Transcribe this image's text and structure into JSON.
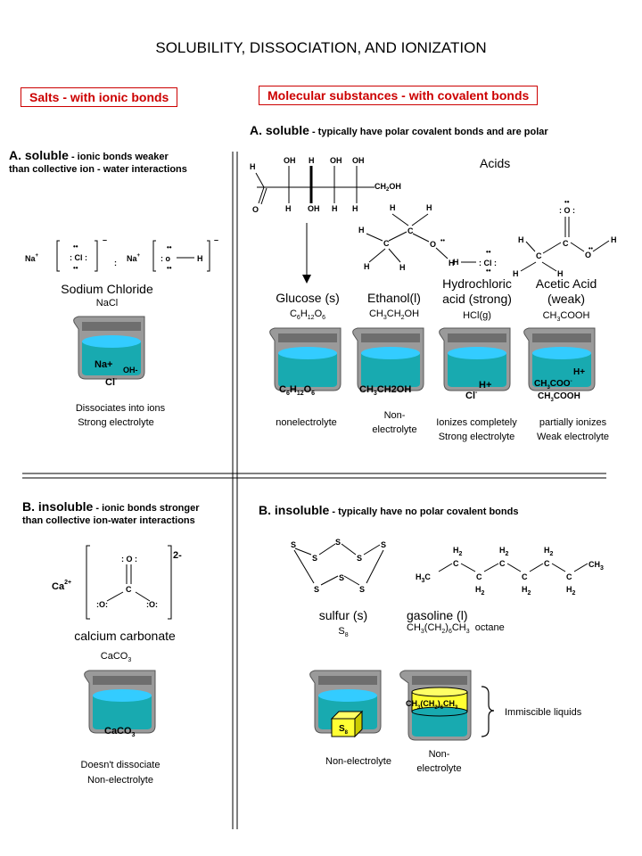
{
  "title": "SOLUBILITY, DISSOCIATION, AND IONIZATION",
  "left_header": "Salts - with ionic bonds",
  "right_header": "Molecular substances - with covalent bonds",
  "salts_soluble": {
    "label": "A. soluble",
    "desc_1": " - ionic bonds weaker",
    "desc_2": "than collective ion - water interactions",
    "name": "Sodium Chloride",
    "formula": "NaCl",
    "beaker_ion_1": "Na+",
    "beaker_ion_2": "OH-",
    "beaker_ion_3": "Cl",
    "caption_1": "Dissociates into ions",
    "caption_2": "Strong electrolyte"
  },
  "molecular_soluble": {
    "label": "A. soluble",
    "desc": " - typically have polar covalent bonds and are polar",
    "acids_label": "Acids",
    "compounds": [
      {
        "name_1": "Glucose (s)",
        "name_2": "",
        "formula": "C6H12O6",
        "beaker": "C6H12O6",
        "caption_1": "nonelectrolyte",
        "caption_2": ""
      },
      {
        "name_1": "Ethanol(l)",
        "name_2": "",
        "formula": "CH3CH2OH",
        "beaker": "CH3CH2OH",
        "caption_1": "Non-",
        "caption_2": "electrolyte"
      },
      {
        "name_1": "Hydrochloric",
        "name_2": "acid (strong)",
        "formula": "HCl(g)",
        "beaker": "H+  Cl-",
        "caption_1": "Ionizes completely",
        "caption_2": "Strong electrolyte"
      },
      {
        "name_1": "Acetic Acid",
        "name_2": "(weak)",
        "formula": "CH3COOH",
        "beaker": "H+ CH3COO- CH3COOH",
        "caption_1": "partially ionizes",
        "caption_2": "Weak electrolyte"
      }
    ]
  },
  "salts_insoluble": {
    "label": "B. insoluble",
    "desc_1": " - ionic bonds stronger",
    "desc_2": "than collective ion-water interactions",
    "charge": "2-",
    "cation": "Ca",
    "cation_charge": "2+",
    "name": "calcium carbonate",
    "formula": "CaCO3",
    "beaker": "CaCO3",
    "caption_1": "Doesn't dissociate",
    "caption_2": "Non-electrolyte"
  },
  "molecular_insoluble": {
    "label": "B. insoluble",
    "desc": " - typically have no polar covalent bonds",
    "sulfur_name": "sulfur (s)",
    "sulfur_formula": "S8",
    "gasoline_name": "gasoline (l)",
    "gasoline_formula": "CH3(CH2)6CH3  octane",
    "sulfur_caption": "Non-electrolyte",
    "gasoline_caption_1": "Non-",
    "gasoline_caption_2": "electrolyte",
    "immiscible": "Immiscible liquids",
    "box_label": "S8",
    "layer_label": "CH3(CH2)6CH3"
  },
  "colors": {
    "water": "#18aab0",
    "water_top": "#33ccff",
    "beaker": "#8f8f8f",
    "red": "#cc0000",
    "yellow": "#ffff33"
  }
}
